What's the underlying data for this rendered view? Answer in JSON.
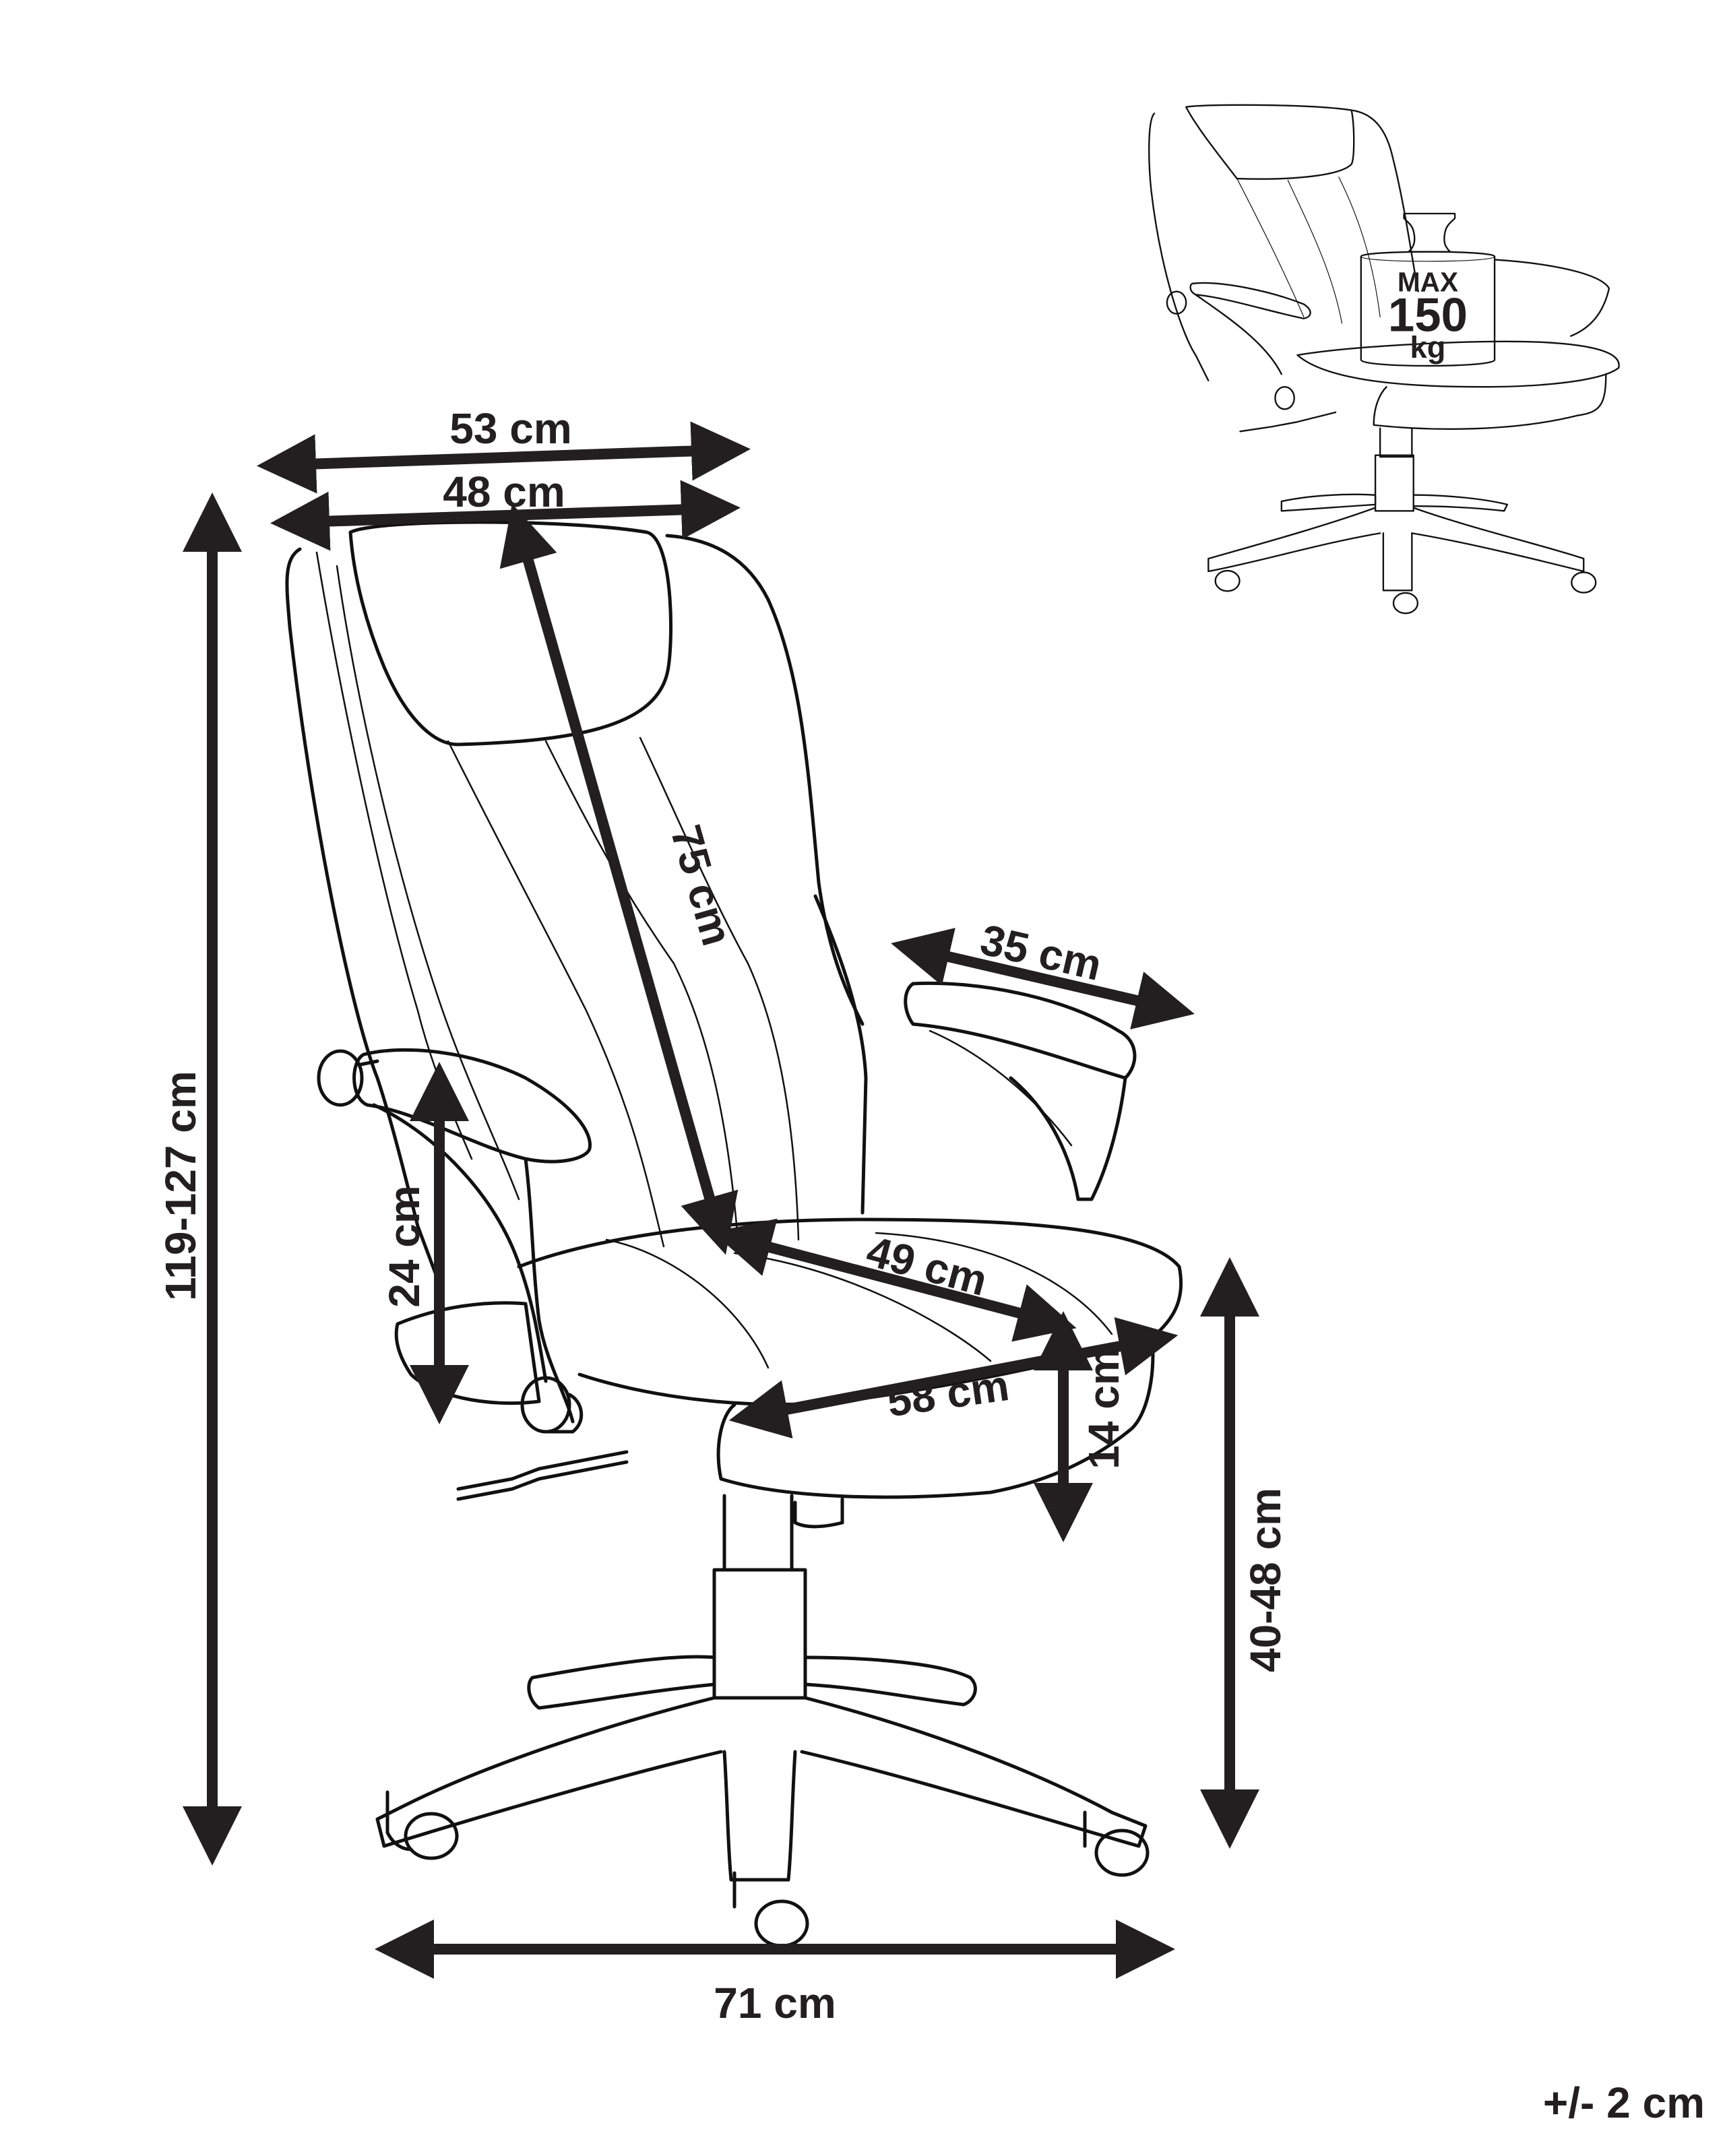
{
  "diagram": {
    "type": "product-dimension-drawing",
    "subject": "office chair",
    "colors": {
      "line": "#111111",
      "arrow": "#231f20",
      "background": "#ffffff"
    },
    "dimensions": {
      "seat_back_outer_width": "53 cm",
      "backrest_width": "48 cm",
      "backrest_height": "75 cm",
      "armrest_length": "35 cm",
      "armrest_height": "24 cm",
      "seat_depth": "49 cm",
      "seat_width": "58 cm",
      "seat_thickness": "14 cm",
      "total_height": "119-127 cm",
      "seat_height": "40-48 cm",
      "base_width": "71 cm"
    },
    "max_load": {
      "line1": "MAX",
      "value": "150",
      "unit": "kg"
    },
    "tolerance": "+/- 2 cm"
  }
}
